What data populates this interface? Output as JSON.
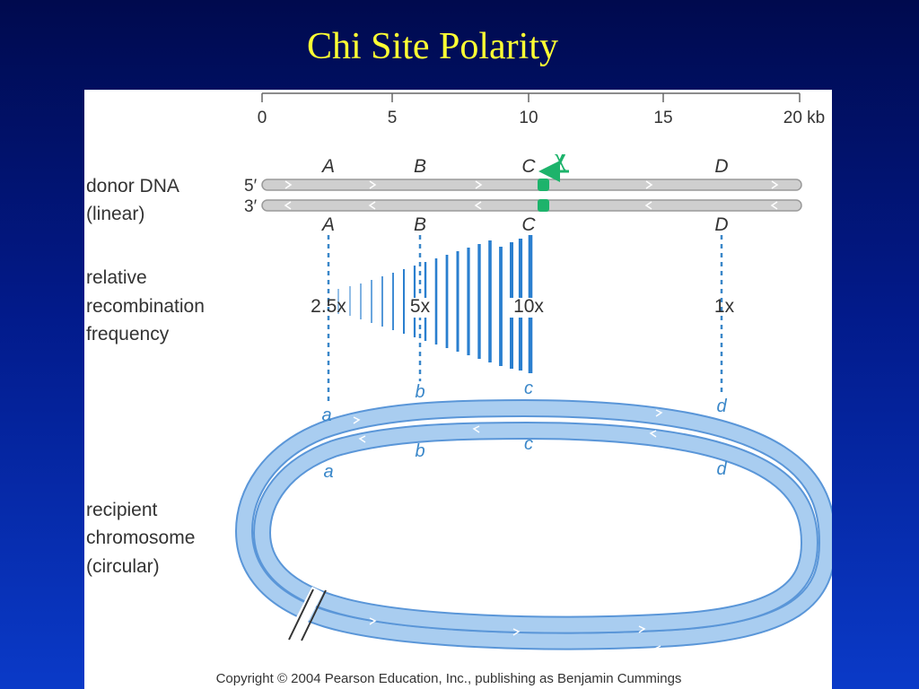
{
  "slide": {
    "title": "Chi Site Polarity"
  },
  "colors": {
    "background": "#021a8a",
    "title": "#ffff33",
    "chi": "#1db36b",
    "recipient": "#8fbde8",
    "bands": "#2a7fcf"
  },
  "scale": {
    "ticks": [
      "0",
      "5",
      "10",
      "15",
      "20 kb"
    ]
  },
  "donor": {
    "label_line1": "donor DNA",
    "label_line2": "(linear)",
    "five_prime": "5′",
    "three_prime": "3′",
    "chi_symbol": "χ",
    "genes_top": [
      "A",
      "B",
      "C",
      "D"
    ],
    "genes_bottom": [
      "A",
      "B",
      "C",
      "D"
    ]
  },
  "frequency": {
    "label_line1": "relative",
    "label_line2": "recombination",
    "label_line3": "frequency",
    "values": [
      "2.5x",
      "5x",
      "10x",
      "1x"
    ]
  },
  "recipient": {
    "label_line1": "recipient",
    "label_line2": "chromosome",
    "label_line3": "(circular)",
    "genes_outer": [
      "a",
      "b",
      "c",
      "d"
    ],
    "genes_inner": [
      "a",
      "b",
      "c",
      "d"
    ]
  },
  "copyright": "Copyright © 2004 Pearson Education, Inc., publishing as Benjamin Cummings"
}
